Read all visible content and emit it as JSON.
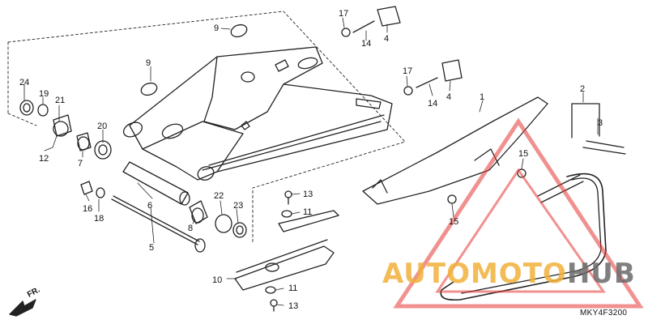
{
  "diagram": {
    "callouts": [
      {
        "id": "c9a",
        "text": "9"
      },
      {
        "id": "c9b",
        "text": "9"
      },
      {
        "id": "c24",
        "text": "24"
      },
      {
        "id": "c19",
        "text": "19"
      },
      {
        "id": "c21",
        "text": "21"
      },
      {
        "id": "c20",
        "text": "20"
      },
      {
        "id": "c12",
        "text": "12"
      },
      {
        "id": "c7",
        "text": "7"
      },
      {
        "id": "c16",
        "text": "16"
      },
      {
        "id": "c18",
        "text": "18"
      },
      {
        "id": "c6",
        "text": "6"
      },
      {
        "id": "c8",
        "text": "8"
      },
      {
        "id": "c22",
        "text": "22"
      },
      {
        "id": "c23",
        "text": "23"
      },
      {
        "id": "c5",
        "text": "5"
      },
      {
        "id": "c17a",
        "text": "17"
      },
      {
        "id": "c14a",
        "text": "14"
      },
      {
        "id": "c4a",
        "text": "4"
      },
      {
        "id": "c17b",
        "text": "17"
      },
      {
        "id": "c14b",
        "text": "14"
      },
      {
        "id": "c4b",
        "text": "4"
      },
      {
        "id": "c1",
        "text": "1"
      },
      {
        "id": "c2",
        "text": "2"
      },
      {
        "id": "c3",
        "text": "3"
      },
      {
        "id": "c15a",
        "text": "15"
      },
      {
        "id": "c15b",
        "text": "15"
      },
      {
        "id": "c13a",
        "text": "13"
      },
      {
        "id": "c11a",
        "text": "11"
      },
      {
        "id": "c10",
        "text": "10"
      },
      {
        "id": "c11b",
        "text": "11"
      },
      {
        "id": "c13b",
        "text": "13"
      }
    ],
    "direction_label": "FR.",
    "part_code": "MKY4F3200"
  },
  "watermark": {
    "brand_part1": "AUTOMOTO",
    "brand_part2": "HUB",
    "accent_color": "#e53935",
    "gold_color": "#f2b13a"
  }
}
